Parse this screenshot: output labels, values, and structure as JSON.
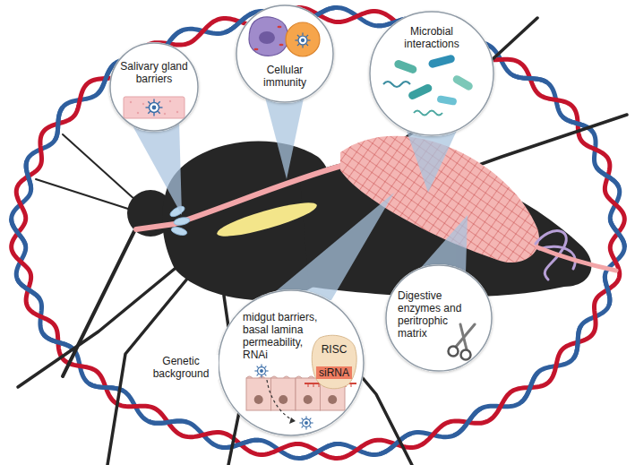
{
  "diagram": {
    "nodes": [
      {
        "text": [
          "Salivary gland barriers"
        ]
      },
      {
        "text": [
          "Cellular immunity"
        ]
      },
      {
        "text": [
          "Microbial interactions"
        ]
      },
      {
        "text": [
          "Digestive enzymes and peritrophic matrix"
        ]
      },
      {
        "text": [
          "midgut barriers, basal lamina permeability, RNAi"
        ]
      },
      {
        "text": [
          "RISC",
          "siRNA"
        ],
        "in": 4
      }
    ],
    "labels": [
      "Genetic background"
    ]
  }
}
